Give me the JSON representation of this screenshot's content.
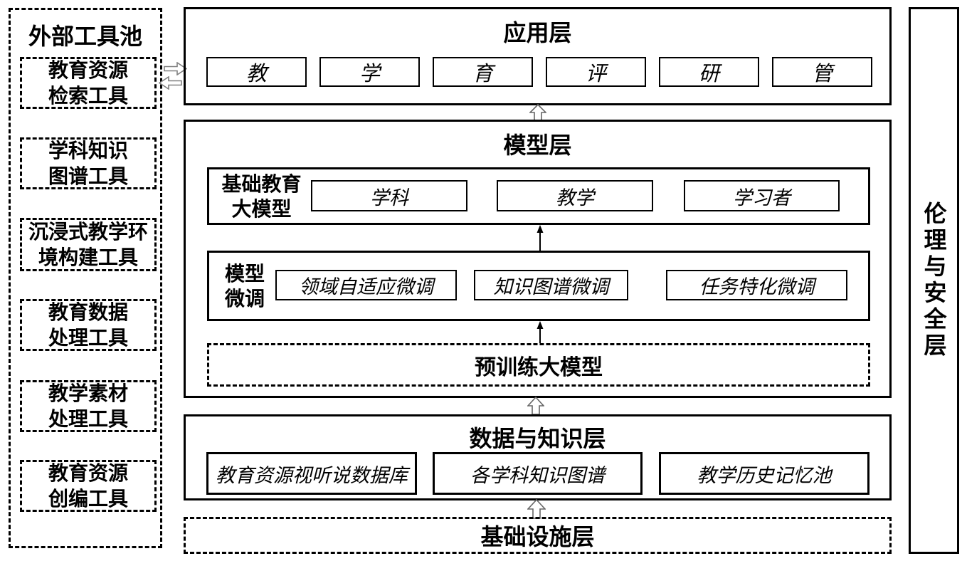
{
  "colors": {
    "background": "#ffffff",
    "line": "#000000",
    "block_arrow_outline": "#666666",
    "side_arrow_outline": "#808080"
  },
  "left_panel": {
    "title": "外部工具池",
    "tools": [
      {
        "label": "教育资源\n检索工具"
      },
      {
        "label": "学科知识\n图谱工具"
      },
      {
        "label": "沉浸式教学环\n境构建工具"
      },
      {
        "label": "教育数据\n处理工具"
      },
      {
        "label": "教学素材\n处理工具"
      },
      {
        "label": "教育资源\n创编工具"
      }
    ]
  },
  "layers": {
    "application": {
      "title": "应用层",
      "items": [
        "教",
        "学",
        "育",
        "评",
        "研",
        "管"
      ]
    },
    "model": {
      "title": "模型层",
      "foundation": {
        "label": "基础教育\n大模型",
        "items": [
          "学科",
          "教学",
          "学习者"
        ]
      },
      "finetune": {
        "label": "模型\n微调",
        "items": [
          "领域自适应微调",
          "知识图谱微调",
          "任务特化微调"
        ]
      },
      "pretrained": {
        "label": "预训练大模型"
      }
    },
    "data_knowledge": {
      "title": "数据与知识层",
      "items": [
        "教育资源视听说数据库",
        "各学科知识图谱",
        "教学历史记忆池"
      ]
    },
    "infrastructure": {
      "title": "基础设施层"
    }
  },
  "right_panel": {
    "title": "伦理与安全层"
  }
}
